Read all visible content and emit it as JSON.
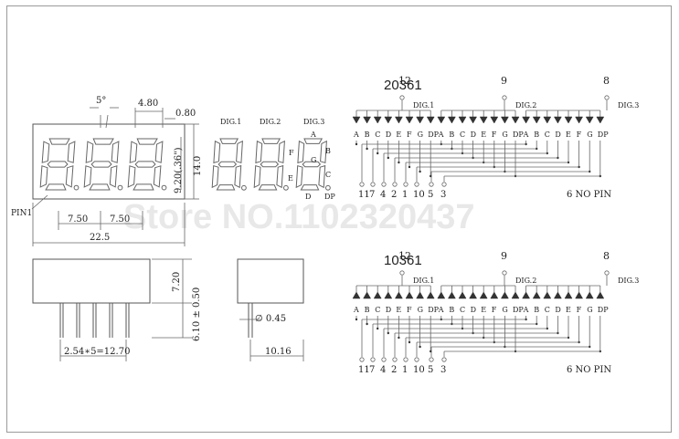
{
  "watermark": "Store NO.1102320437",
  "front_view": {
    "pin1_label": "PIN1",
    "dim_angle": "5°",
    "dim_segment_width": "4.80",
    "dim_dp_offset": "0.80",
    "dim_digit_height": "9.20(.36\")",
    "dim_total_height": "14.0",
    "dim_pitch_left": "7.50",
    "dim_pitch_right": "7.50",
    "dim_total_width": "22.5"
  },
  "digit_labels": {
    "dig1": "DIG.1",
    "dig2": "DIG.2",
    "dig3": "DIG.3",
    "seg_a": "A",
    "seg_b": "B",
    "seg_c": "C",
    "seg_d": "D",
    "seg_e": "E",
    "seg_f": "F",
    "seg_g": "G",
    "seg_dp": "DP"
  },
  "side_view": {
    "dim_body_height": "7.20",
    "dim_pin_length": "6.10 ± 0.50",
    "dim_pin_pitch": "2.54∗5=12.70",
    "dim_pin_dia": "0.45",
    "dim_depth": "10.16"
  },
  "schematics": [
    {
      "model": "20361",
      "common_pins": [
        "12",
        "9",
        "8"
      ],
      "digit_groups": [
        "DIG.1",
        "DIG.2",
        "DIG.3"
      ],
      "segments": [
        "A",
        "B",
        "C",
        "D",
        "E",
        "F",
        "G",
        "DP"
      ],
      "pin_numbers": [
        "11",
        "7",
        "4",
        "2",
        "1",
        "10",
        "5",
        "3"
      ],
      "no_pin_note": "6  NO  PIN",
      "polarity": "common-anode"
    },
    {
      "model": "10361",
      "common_pins": [
        "12",
        "9",
        "8"
      ],
      "digit_groups": [
        "DIG.1",
        "DIG.2",
        "DIG.3"
      ],
      "segments": [
        "A",
        "B",
        "C",
        "D",
        "E",
        "F",
        "G",
        "DP"
      ],
      "pin_numbers": [
        "11",
        "7",
        "4",
        "2",
        "1",
        "10",
        "5",
        "3"
      ],
      "no_pin_note": "6  NO  PIN",
      "polarity": "common-cathode"
    }
  ]
}
